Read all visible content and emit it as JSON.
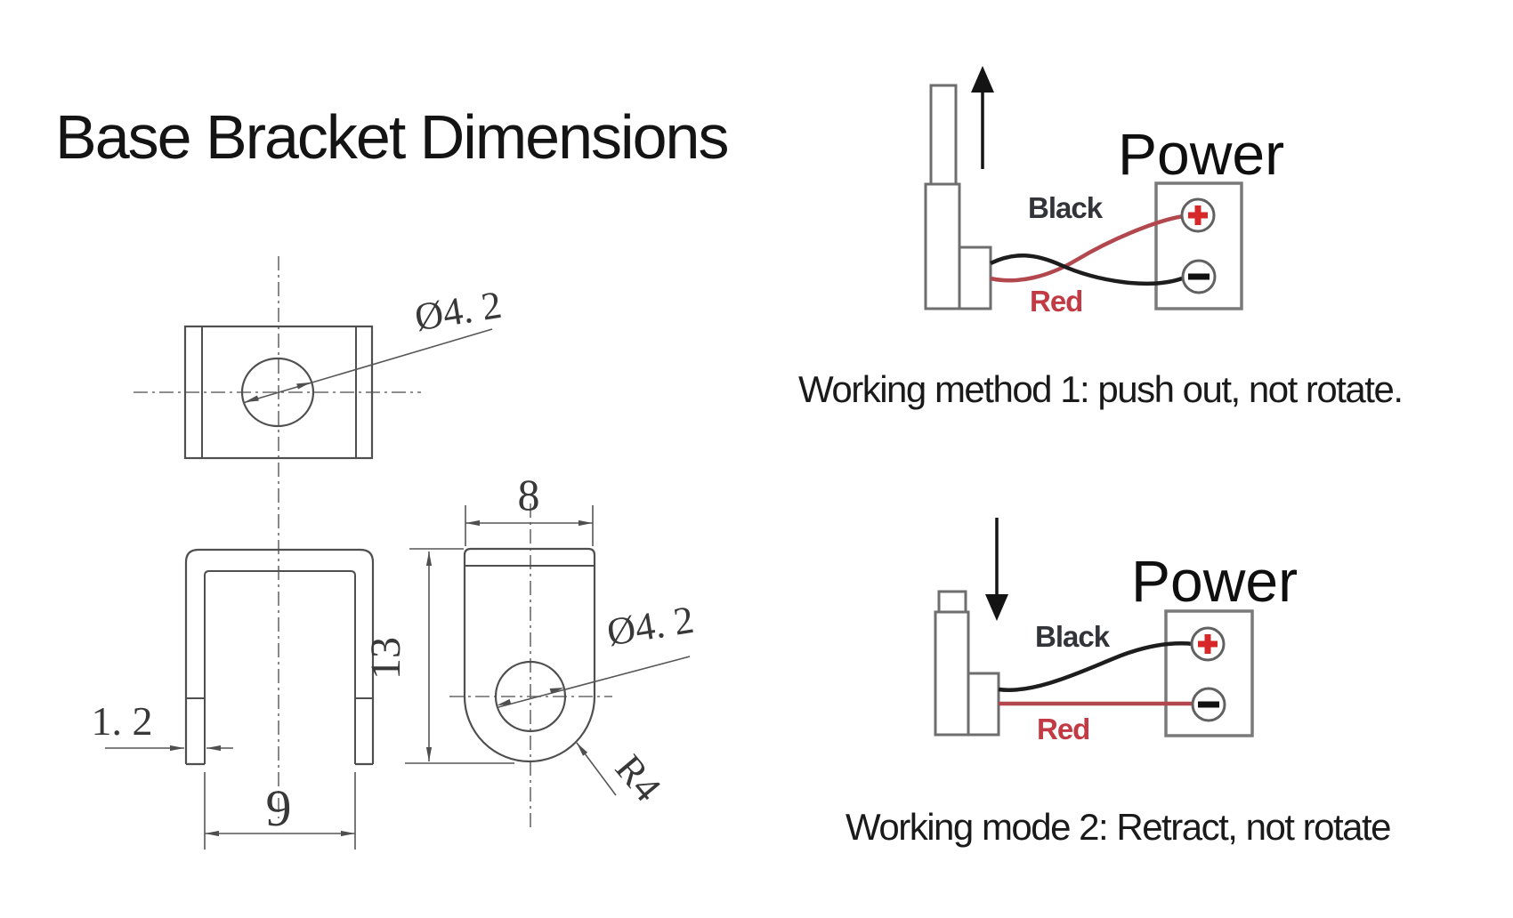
{
  "title": "Base Bracket Dimensions",
  "drawing": {
    "top_view": {
      "hole_dia": "Ø4. 2"
    },
    "front_view": {
      "thickness": "1. 2",
      "inner_width": "9"
    },
    "side_view": {
      "width": "8",
      "height": "13",
      "hole_dia": "Ø4. 2",
      "corner_radius": "R4"
    }
  },
  "method1": {
    "power": "Power",
    "black": "Black",
    "red": "Red",
    "plus": "+",
    "minus": "−",
    "caption": "Working method 1: push out, not rotate."
  },
  "method2": {
    "power": "Power",
    "black": "Black",
    "red": "Red",
    "plus": "+",
    "minus": "−",
    "caption": "Working mode 2: Retract, not rotate"
  },
  "colors": {
    "accent_red": "#d62828",
    "wire_red": "#b2484d",
    "label_red": "#c23b44",
    "wire_black": "#1d1d1d",
    "line_gray": "#4f4f4f"
  }
}
